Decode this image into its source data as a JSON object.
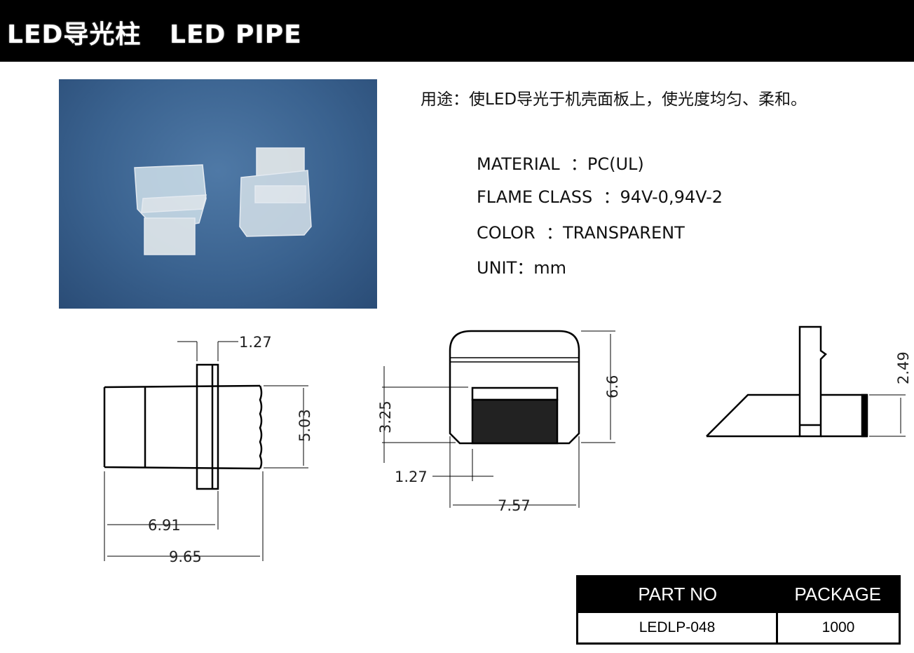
{
  "header": {
    "title": "LED导光柱   LED PIPE"
  },
  "info": {
    "usage": "用途：使LED导光于机壳面板上，使光度均匀、柔和。",
    "material": "MATERIAL  ：PC(UL)",
    "flame": "FLAME CLASS  ：94V-0,94V-2",
    "color": "COLOR  ：TRANSPARENT",
    "unit": "UNIT：mm"
  },
  "dimensions": {
    "side": {
      "flange": "1.27",
      "height": "5.03",
      "to_flange": "6.91",
      "total": "9.65"
    },
    "front": {
      "offset": "3.25",
      "height": "6.6",
      "pitch": "1.27",
      "width": "7.57"
    },
    "end": {
      "height": "2.49"
    }
  },
  "table": {
    "headers": [
      "PART NO",
      "PACKAGE"
    ],
    "rows": [
      [
        "LEDLP-048",
        "1000"
      ]
    ]
  }
}
